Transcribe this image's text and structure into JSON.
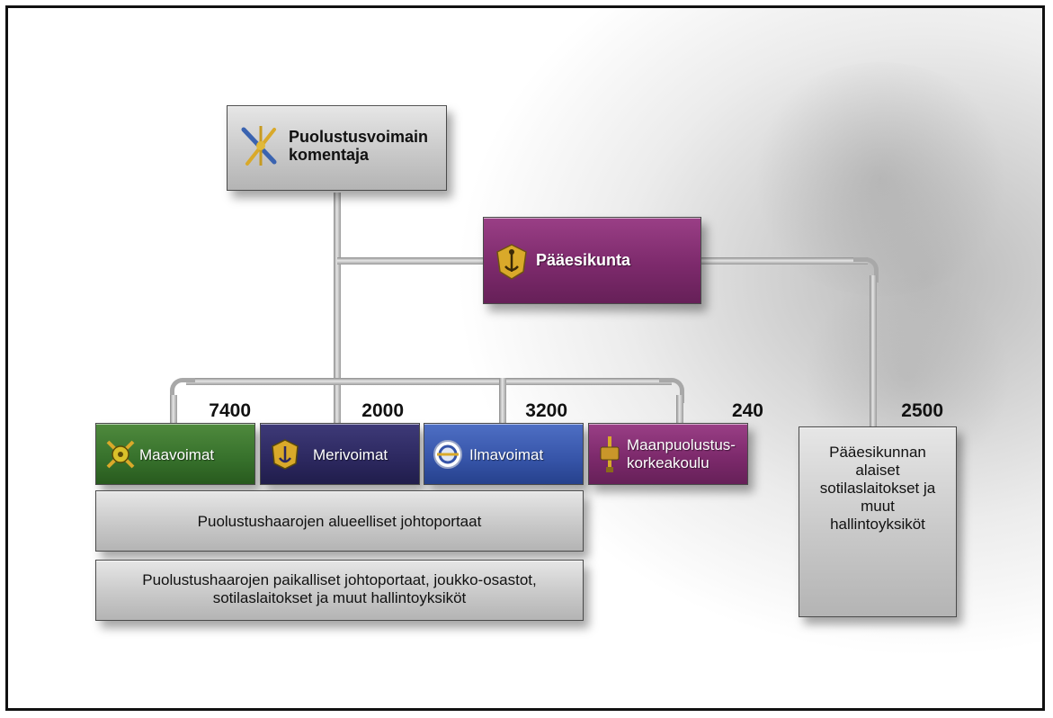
{
  "commander": {
    "label_line1": "Puolustusvoimain",
    "label_line2": "komentaja",
    "icon": "crossed-batons-icon"
  },
  "defence_command": {
    "label": "Pääesikunta",
    "icon": "lion-anchor-emblem-icon"
  },
  "branches": [
    {
      "label": "Maavoimat",
      "count": "7400",
      "icon": "army-emblem-icon",
      "color": "#36702b"
    },
    {
      "label": "Merivoimat",
      "count": "2000",
      "icon": "navy-emblem-icon",
      "color": "#2c285f"
    },
    {
      "label": "Ilmavoimat",
      "count": "3200",
      "icon": "air-force-emblem-icon",
      "color": "#3654a8"
    }
  ],
  "university": {
    "label_line1": "Maanpuolustus-",
    "label_line2": "korkeakoulu",
    "count": "240",
    "icon": "sword-emblem-icon",
    "color": "#7d2a6c"
  },
  "regional": {
    "label": "Puolustushaarojen alueelliset johtoportaat"
  },
  "local": {
    "label_line1": "Puolustushaarojen paikalliset johtoportaat, joukko-osastot,",
    "label_line2": "sotilaslaitokset ja muut hallintoyksiköt"
  },
  "subordinate": {
    "count": "2500",
    "lines": [
      "Pääesikunnan",
      "alaiset",
      "sotilaslaitokset ja",
      "muut",
      "hallintoyksiköt"
    ]
  }
}
